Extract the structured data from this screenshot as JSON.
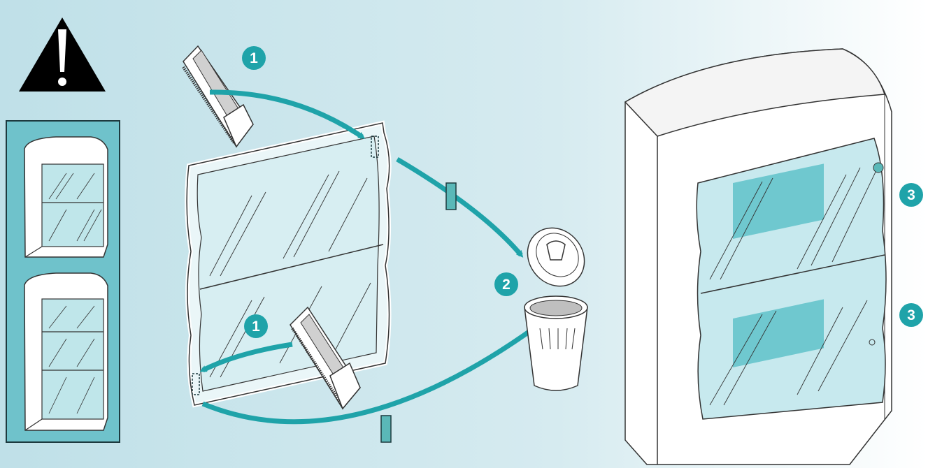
{
  "colors": {
    "background_start": "#bfe0e8",
    "background_end": "#ffffff",
    "accent": "#1fa3a9",
    "warning_black": "#000000"
  },
  "steps": {
    "cut_top": {
      "label": "1",
      "icon": "hacksaw-icon"
    },
    "cut_bottom": {
      "label": "1",
      "icon": "hacksaw-icon"
    },
    "discard": {
      "label": "2",
      "icon": "trash-bin-icon"
    },
    "mount_upper": {
      "label": "3"
    },
    "mount_lower": {
      "label": "3"
    }
  },
  "icons": {
    "warning": "warning-triangle-icon",
    "enclosures": "enclosure-variants-icon",
    "door": "transparent-door-icon",
    "enclosure": "distribution-enclosure-icon"
  }
}
